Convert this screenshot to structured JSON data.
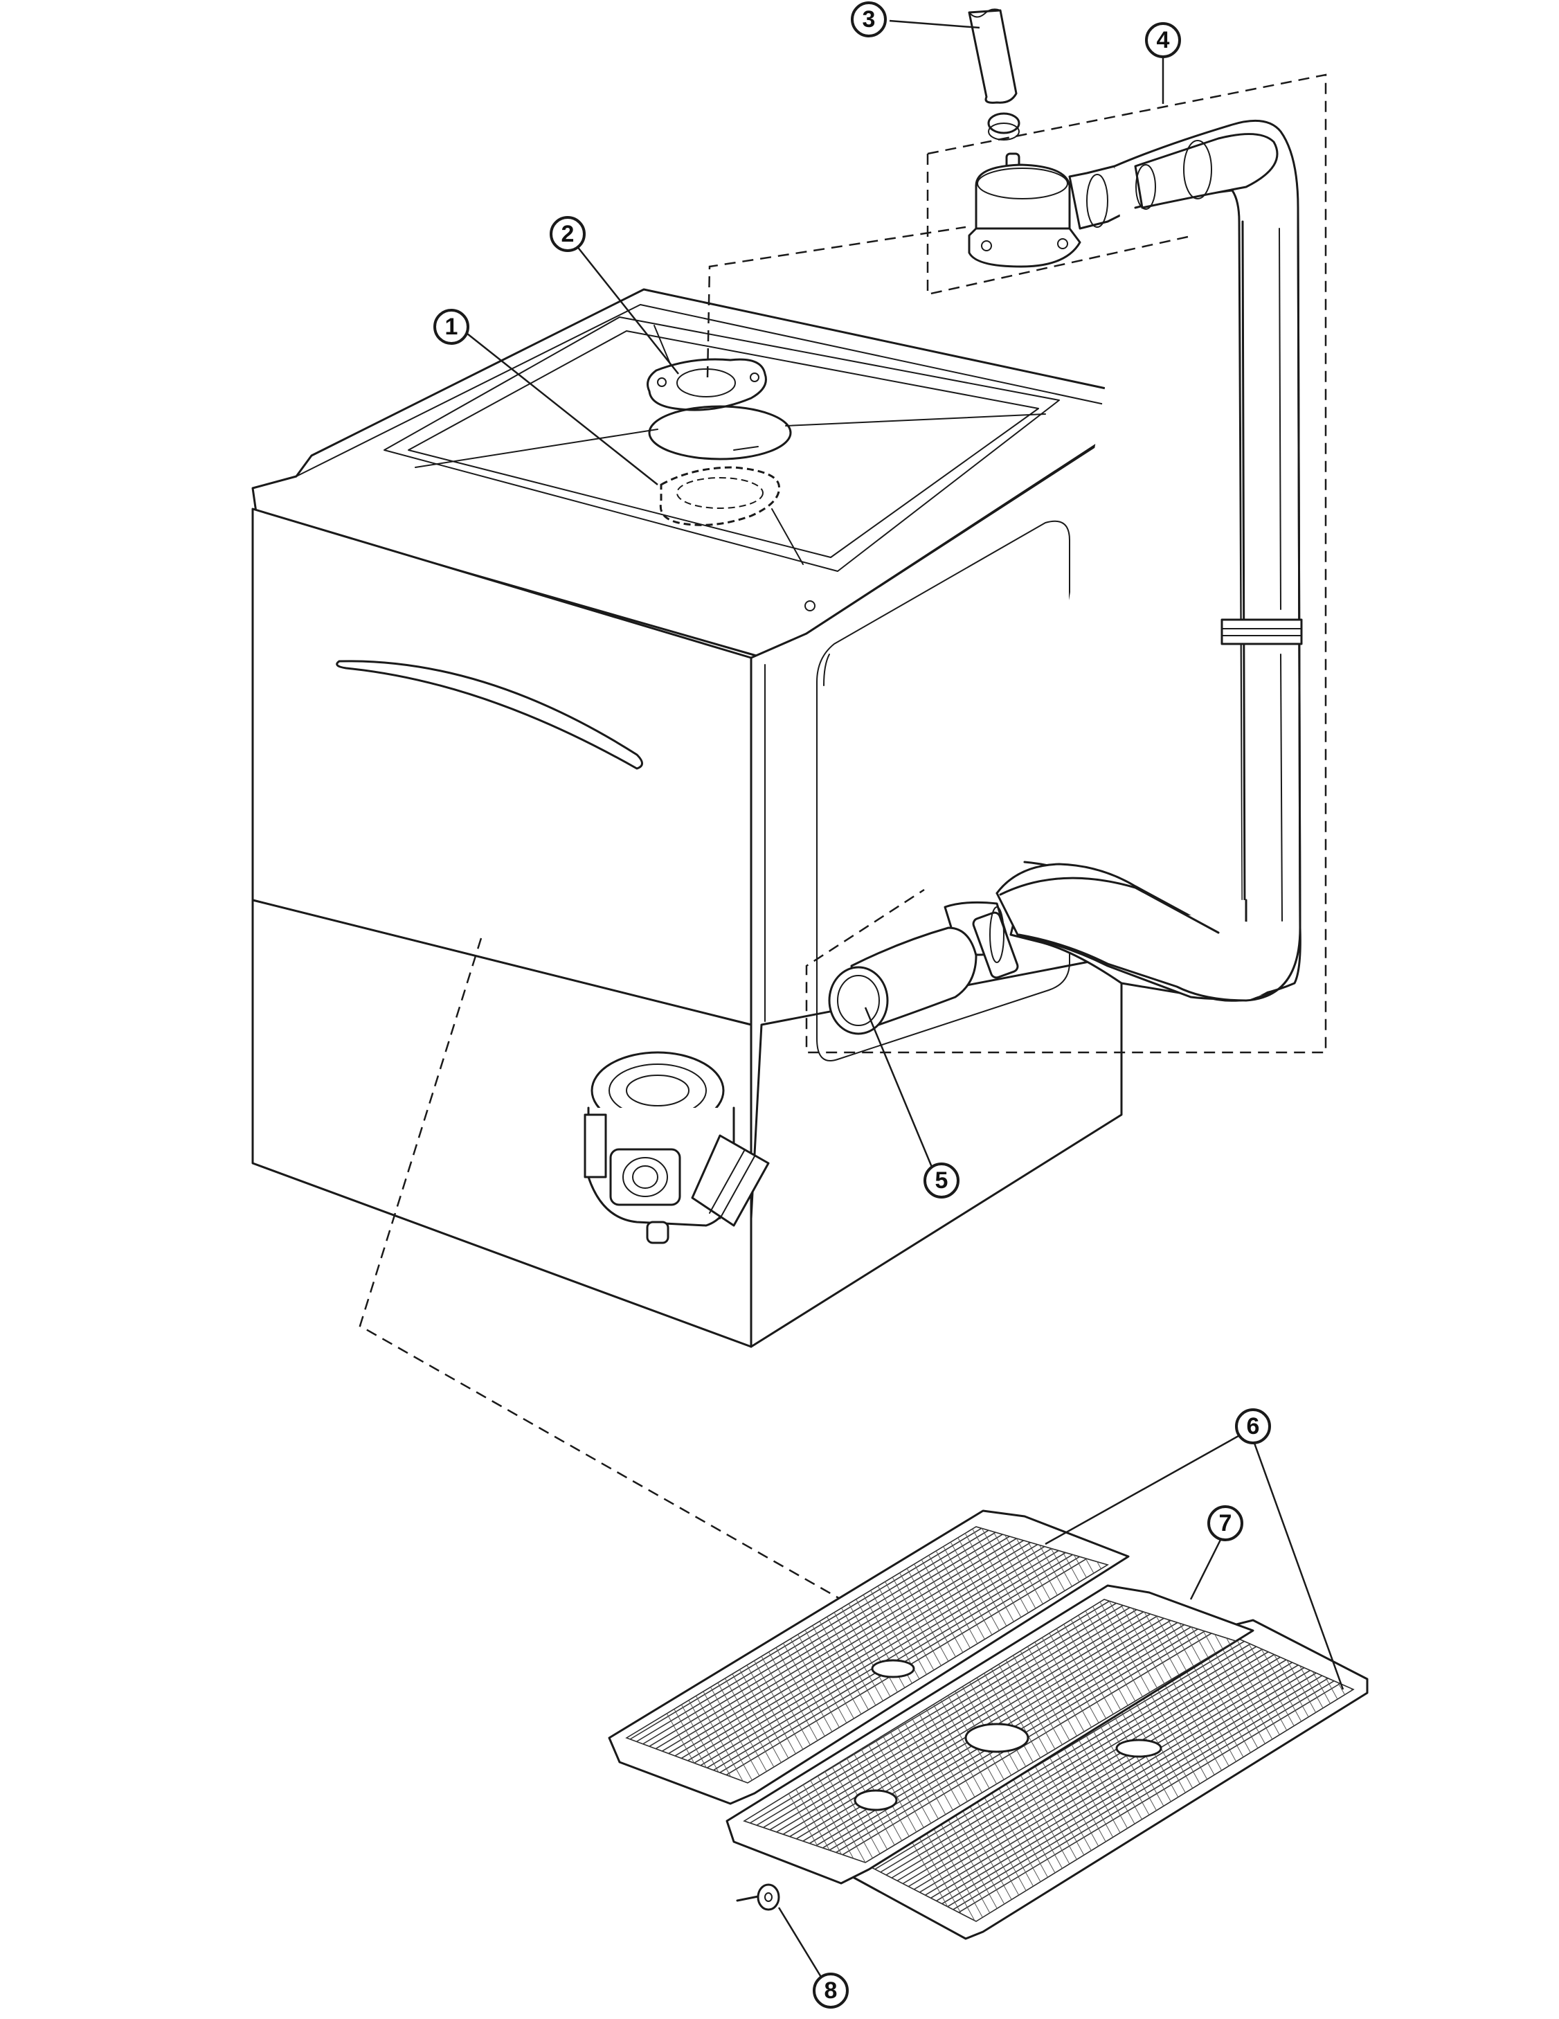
{
  "diagram": {
    "callouts": [
      {
        "id": "callout-1",
        "label": "1"
      },
      {
        "id": "callout-2",
        "label": "2"
      },
      {
        "id": "callout-3",
        "label": "3"
      },
      {
        "id": "callout-4",
        "label": "4"
      },
      {
        "id": "callout-5",
        "label": "5"
      },
      {
        "id": "callout-6",
        "label": "6"
      },
      {
        "id": "callout-7",
        "label": "7"
      },
      {
        "id": "callout-8",
        "label": "8"
      }
    ],
    "icons": [
      "tank-body",
      "access-lid",
      "gasket-ring",
      "inlet-tube",
      "hose-clamp",
      "vent-cap-assembly",
      "drain-pipe",
      "strainer-filter",
      "drain-pump-valve",
      "floor-grate",
      "grate-center",
      "grate-fastener"
    ],
    "colors": {
      "line": "#1a1a1a",
      "background": "#ffffff"
    }
  }
}
